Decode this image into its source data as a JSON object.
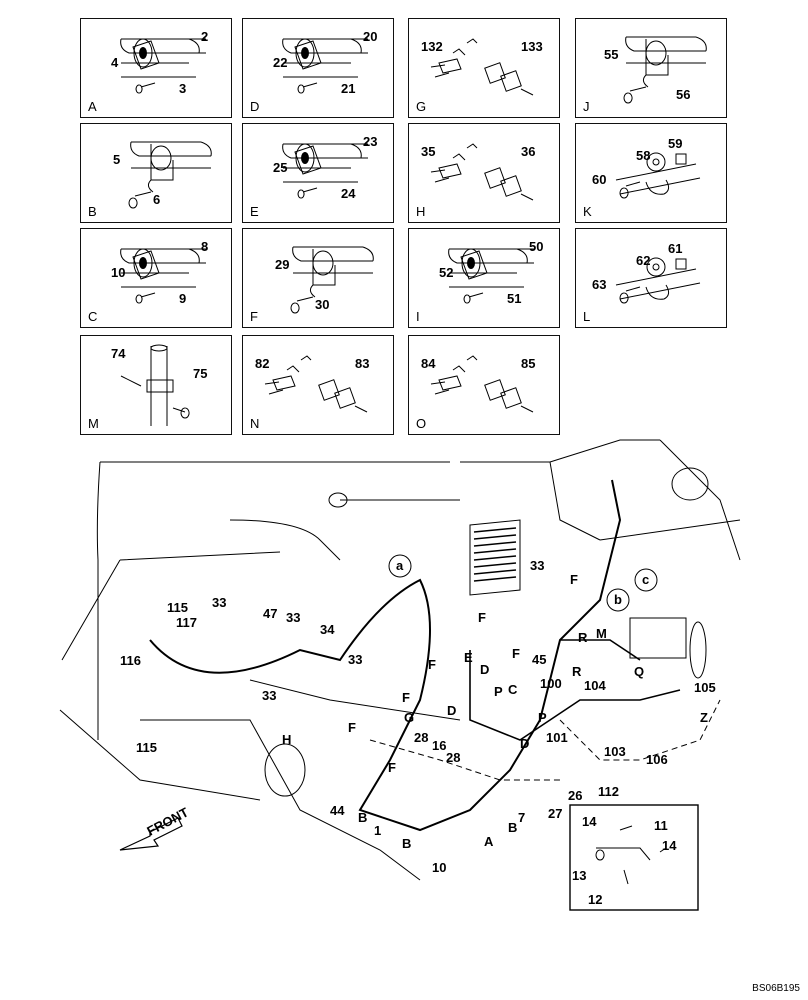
{
  "drawing_code": "BS06B195",
  "front_label": "FRONT",
  "panels": [
    {
      "id": "A",
      "type": "clamp",
      "labels": [
        "2",
        "4",
        "3"
      ]
    },
    {
      "id": "D",
      "type": "clamp",
      "labels": [
        "20",
        "22",
        "21"
      ]
    },
    {
      "id": "G",
      "type": "connector",
      "labels": [
        "132",
        "133"
      ]
    },
    {
      "id": "J",
      "type": "bracket_clamp",
      "labels": [
        "55",
        "56"
      ]
    },
    {
      "id": "B",
      "type": "bracket_clamp2",
      "labels": [
        "5",
        "6"
      ]
    },
    {
      "id": "E",
      "type": "clamp",
      "labels": [
        "23",
        "25",
        "24"
      ]
    },
    {
      "id": "H",
      "type": "connector",
      "labels": [
        "35",
        "36"
      ]
    },
    {
      "id": "K",
      "type": "ring",
      "labels": [
        "59",
        "58",
        "60"
      ]
    },
    {
      "id": "C",
      "type": "clamp",
      "labels": [
        "8",
        "10",
        "9"
      ]
    },
    {
      "id": "F",
      "type": "bracket_clamp2",
      "labels": [
        "29",
        "30"
      ]
    },
    {
      "id": "I",
      "type": "clamp",
      "labels": [
        "50",
        "52",
        "51"
      ]
    },
    {
      "id": "L",
      "type": "ring",
      "labels": [
        "61",
        "62",
        "63"
      ]
    },
    {
      "id": "M",
      "type": "vertical_clamp",
      "labels": [
        "74",
        "75"
      ]
    },
    {
      "id": "N",
      "type": "connector",
      "labels": [
        "82",
        "83"
      ]
    },
    {
      "id": "O",
      "type": "connector",
      "labels": [
        "84",
        "85"
      ]
    }
  ],
  "inset_labels": [
    "14",
    "11",
    "14",
    "13",
    "12"
  ],
  "circle_labels": [
    "a",
    "b",
    "c"
  ],
  "main_labels": [
    "115",
    "117",
    "116",
    "115",
    "33",
    "47",
    "33",
    "34",
    "33",
    "33",
    "44",
    "1",
    "B",
    "B",
    "10",
    "H",
    "F",
    "G",
    "F",
    "F",
    "E",
    "D",
    "P",
    "C",
    "D",
    "P",
    "28",
    "16",
    "D",
    "28",
    "A",
    "B",
    "7",
    "27",
    "26",
    "112",
    "F",
    "33",
    "F",
    "F",
    "F",
    "45",
    "R",
    "M",
    "R",
    "Q",
    "100",
    "104",
    "101",
    "103",
    "105",
    "106",
    "Z"
  ]
}
